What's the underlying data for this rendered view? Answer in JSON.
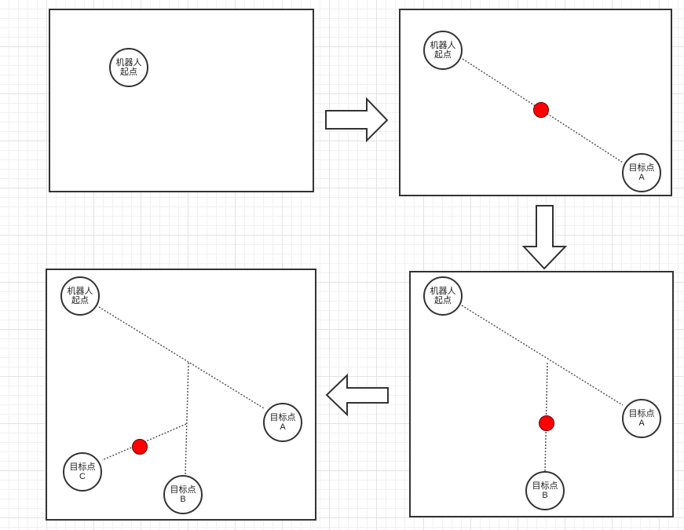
{
  "nodes": {
    "start": "机器人起点",
    "target_a": "目标点A",
    "target_b": "目标点B",
    "target_c": "目标点C"
  },
  "colors": {
    "robot": "#ff0000",
    "border": "#333333",
    "path": "#555555"
  },
  "icons": {
    "robot": "red-dot",
    "step_arrow": "outlined-block-arrow"
  }
}
